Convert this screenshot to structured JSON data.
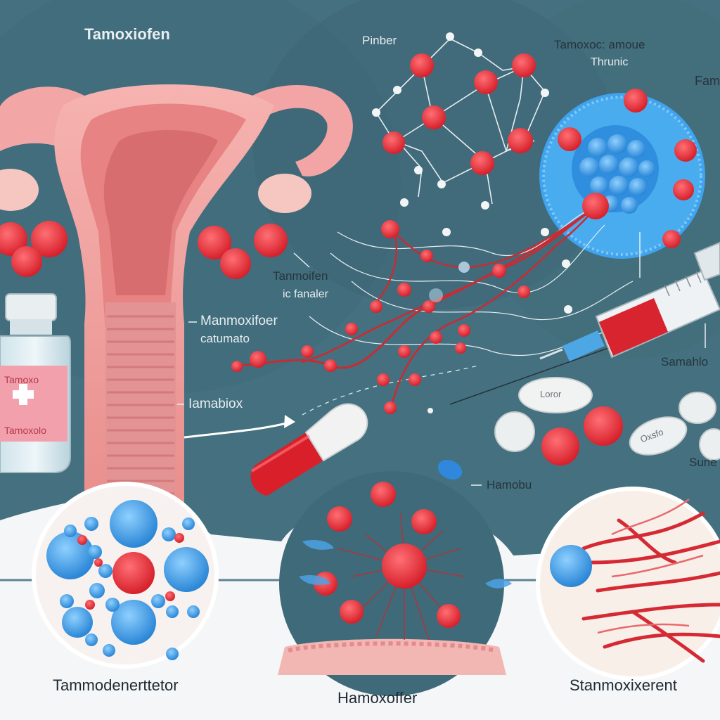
{
  "title": "Tamoxiofen",
  "labels": {
    "molecule": "Pinber",
    "nanoparticle_line1": "Tamoxoc: amoue",
    "nanoparticle_line2": "Thrunic",
    "corner_top": "Fam",
    "pathway_line1": "Tanmoifen",
    "pathway_line2": "ic fanaler",
    "uterus_line1": "Manmoxifoer",
    "uterus_line2": "catumato",
    "arrow_label": "Iamabiox",
    "syringe_label": "Samahlo",
    "tablet_label": "Hamobu",
    "pills_right": "Sune"
  },
  "vial": {
    "label_top": "Tamoxo",
    "label_bottom": "Tamoxolo"
  },
  "pill": {
    "imprint_1": "Loror",
    "imprint_2": "Oxsfo"
  },
  "captions": {
    "left": "Tammodenerttetor",
    "center": "Hamoxoffer",
    "right": "Stanmoxixerent"
  },
  "colors": {
    "background_panel": "#44707f",
    "uterus": "#f0a0a0",
    "cell_red": "#e2303a",
    "cell_blue": "#3b9be2",
    "vessel_red": "#c92b33"
  }
}
